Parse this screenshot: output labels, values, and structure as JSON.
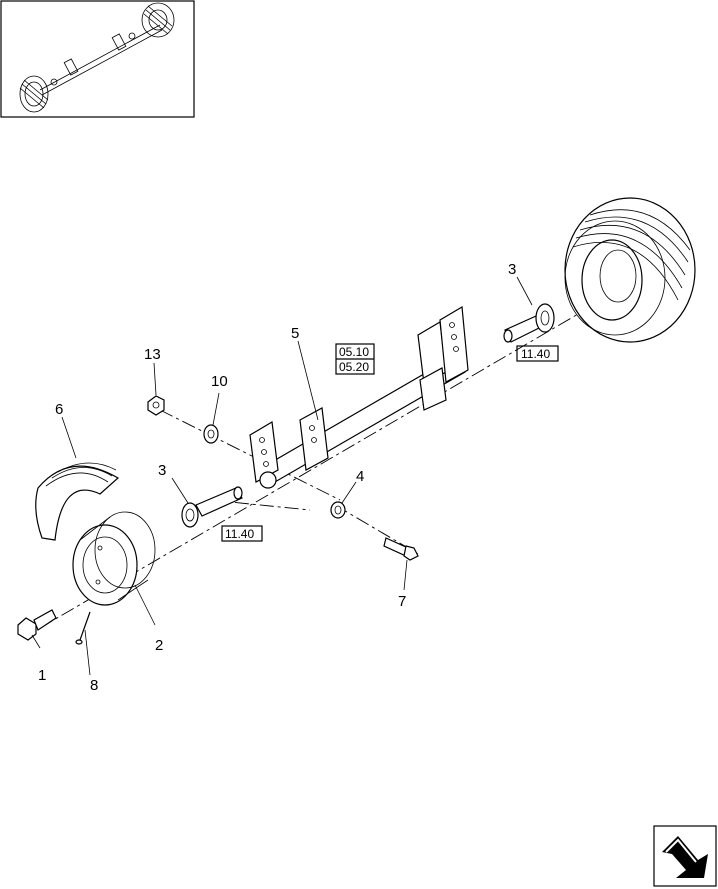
{
  "callouts": {
    "c1": "1",
    "c2": "2",
    "c3a": "3",
    "c3b": "3",
    "c4": "4",
    "c5": "5",
    "c6": "6",
    "c7": "7",
    "c8": "8",
    "c10": "10",
    "c13": "13"
  },
  "references": {
    "ref_0510": "05.10",
    "ref_0520": "05.20",
    "ref_1140_upper": "11.40",
    "ref_1140_lower": "11.40"
  },
  "icons": {
    "nav": "next-page-arrow-icon"
  }
}
